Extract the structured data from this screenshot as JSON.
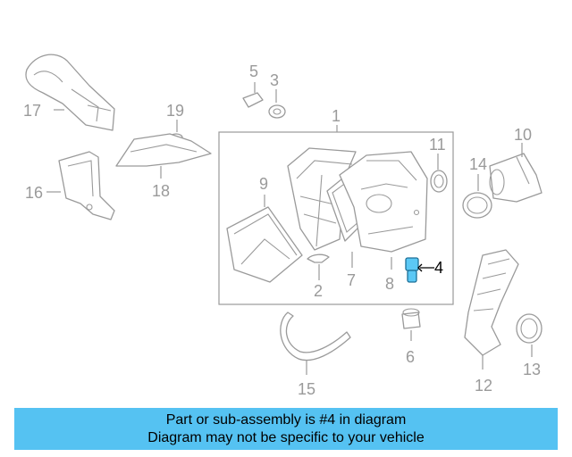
{
  "diagram": {
    "callouts": {
      "c1": "1",
      "c2": "2",
      "c3": "3",
      "c4": "4",
      "c5": "5",
      "c6": "6",
      "c7": "7",
      "c8": "8",
      "c9": "9",
      "c10": "10",
      "c11": "11",
      "c12": "12",
      "c13": "13",
      "c14": "14",
      "c15": "15",
      "c16": "16",
      "c17": "17",
      "c18": "18",
      "c19": "19"
    },
    "highlighted_part": "4",
    "colors": {
      "highlight": "#5bc8f5",
      "linework": "#9a9a9a",
      "banner": "#55c2f2"
    }
  },
  "banner": {
    "line1": "Part or sub-assembly is #4 in diagram",
    "line2": "Diagram may not be specific to your vehicle"
  }
}
